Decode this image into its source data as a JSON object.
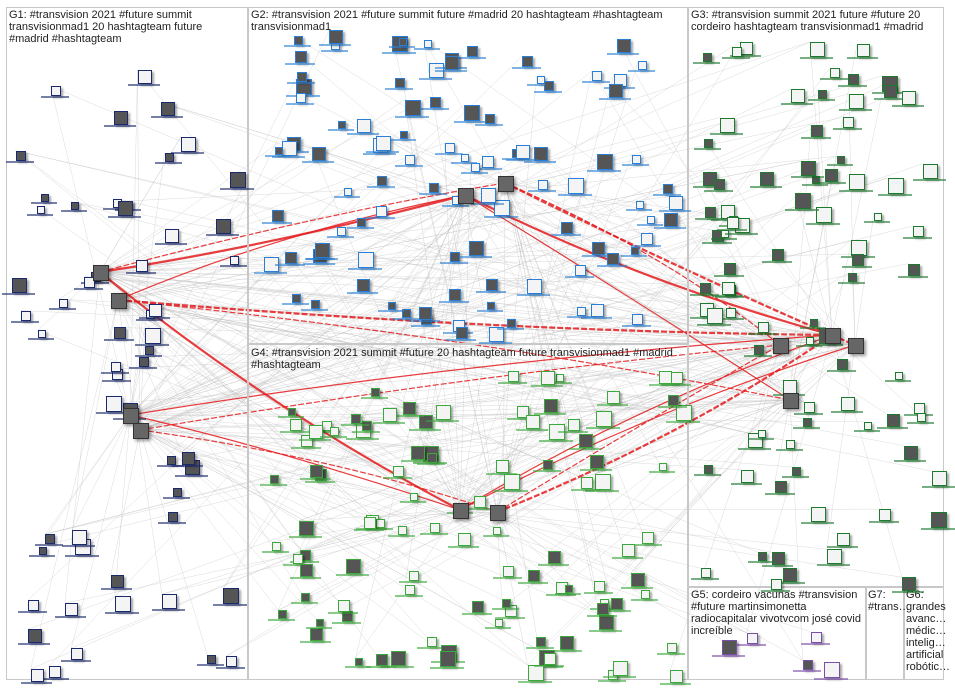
{
  "groups": [
    {
      "id": "G1",
      "label": "G1: #transvision 2021 #future summit transvisionmad1 20 hashtagteam future #madrid #hashtagteam",
      "color": "#1a2a6c"
    },
    {
      "id": "G2",
      "label": "G2: #transvision 2021 #future summit future #madrid 20 hashtagteam #hashtagteam transvisionmad1",
      "color": "#2a7fd4"
    },
    {
      "id": "G3",
      "label": "G3: #transvision summit 2021 future #future 20 cordeiro hashtagteam transvisionmad1 #madrid",
      "color": "#1e7a2e"
    },
    {
      "id": "G4",
      "label": "G4: #transvision 2021 summit #future 20 hashtagteam future transvisionmad1 #madrid #hashtagteam",
      "color": "#3aa83a"
    },
    {
      "id": "G5",
      "label": "G5: cordeiro vacunas #transvision #future martinsimonetta radiocapitalar vivotvcom josé covid increíble",
      "color": "#7a4fa8"
    },
    {
      "id": "G6",
      "label": "G6: grandes avanc… médic… intelig… artificial robótic…",
      "color": "#555555"
    },
    {
      "id": "G7",
      "label": "G7: #trans…",
      "color": "#555555"
    }
  ],
  "edge_colors": {
    "inter_group": "#e41a1c",
    "intra_group": "#bdbdbd"
  }
}
